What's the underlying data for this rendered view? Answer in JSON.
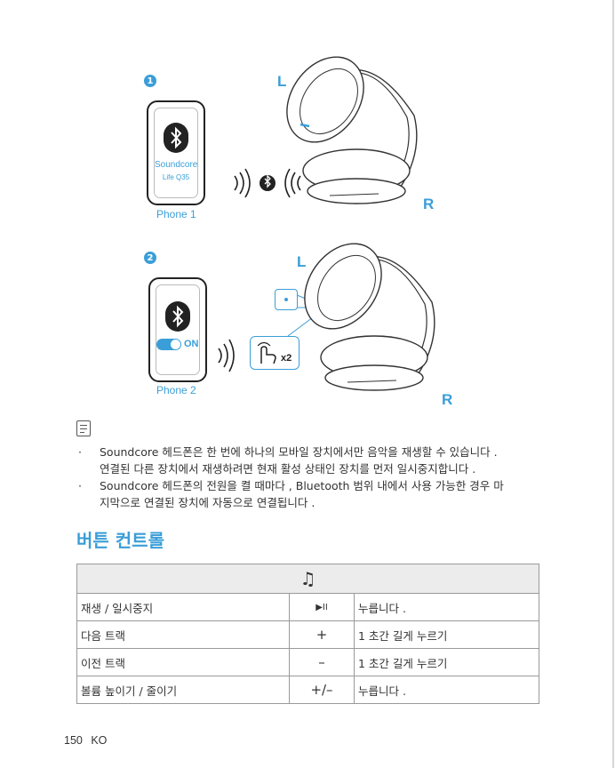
{
  "diagram": {
    "step1_number": "1",
    "step2_number": "2",
    "phone1": {
      "brand": "Soundcore",
      "model": "Life Q35",
      "label": "Phone 1"
    },
    "phone2": {
      "toggle_label": "ON",
      "label": "Phone 2"
    },
    "left_label": "L",
    "right_label": "R",
    "tap_count": "x2"
  },
  "notes": [
    {
      "bullet": "·",
      "line1": "Soundcore 헤드폰은 한 번에 하나의 모바일 장치에서만 음악을 재생할 수 있습니다 .",
      "line2": "연결된 다른 장치에서 재생하려면 현재 활성 상태인 장치를 먼저 일시중지합니다 ."
    },
    {
      "bullet": "·",
      "line1": "Soundcore 헤드폰의 전원을 켤 때마다 , Bluetooth 범위 내에서 사용 가능한 경우 마",
      "line2": "지막으로 연결된 장치에 자동으로 연결됩니다 ."
    }
  ],
  "section_title": "버튼 컨트롤",
  "controls_table": {
    "header_icon": "♫",
    "rows": [
      {
        "action": "재생 / 일시중지",
        "symbol": "▶II",
        "operation": "누릅니다 ."
      },
      {
        "action": "다음 트랙",
        "symbol": "+",
        "operation": "1 초간 길게 누르기"
      },
      {
        "action": "이전 트랙",
        "symbol": "–",
        "operation": "1 초간 길게 누르기"
      },
      {
        "action": "볼륨 높이기 / 줄이기",
        "symbol": "+/–",
        "operation": "누릅니다 ."
      }
    ]
  },
  "footer": {
    "page_number": "150",
    "language": "KO"
  },
  "colors": {
    "accent": "#3a9ed8",
    "text": "#2b2b2b",
    "table_header_bg": "#ececec"
  }
}
